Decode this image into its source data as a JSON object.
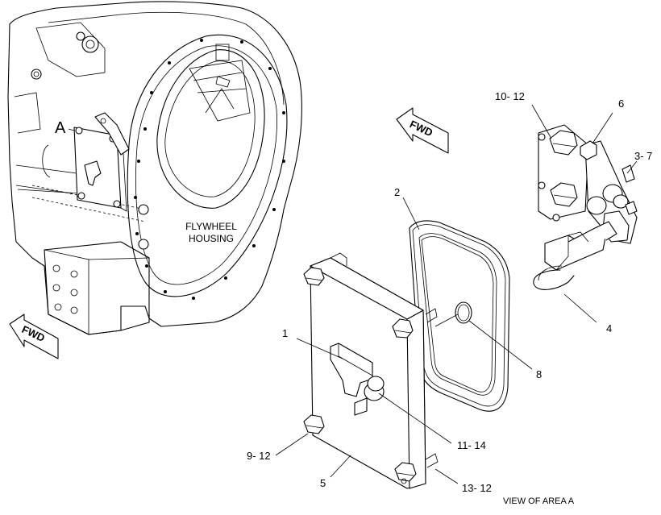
{
  "labels": {
    "view_marker": "A",
    "housing_line1": "FLYWHEEL",
    "housing_line2": "HOUSING",
    "fwd_left": "FWD",
    "fwd_right": "FWD",
    "caption": "VIEW OF AREA A"
  },
  "callouts": [
    {
      "id": "1",
      "text": "1"
    },
    {
      "id": "2",
      "text": "2"
    },
    {
      "id": "3-7",
      "text": "3- 7"
    },
    {
      "id": "4",
      "text": "4"
    },
    {
      "id": "5",
      "text": "5"
    },
    {
      "id": "6",
      "text": "6"
    },
    {
      "id": "8",
      "text": "8"
    },
    {
      "id": "9-12",
      "text": "9- 12"
    },
    {
      "id": "10-12",
      "text": "10- 12"
    },
    {
      "id": "11-14",
      "text": "11- 14"
    },
    {
      "id": "13-12",
      "text": "13- 12"
    }
  ]
}
